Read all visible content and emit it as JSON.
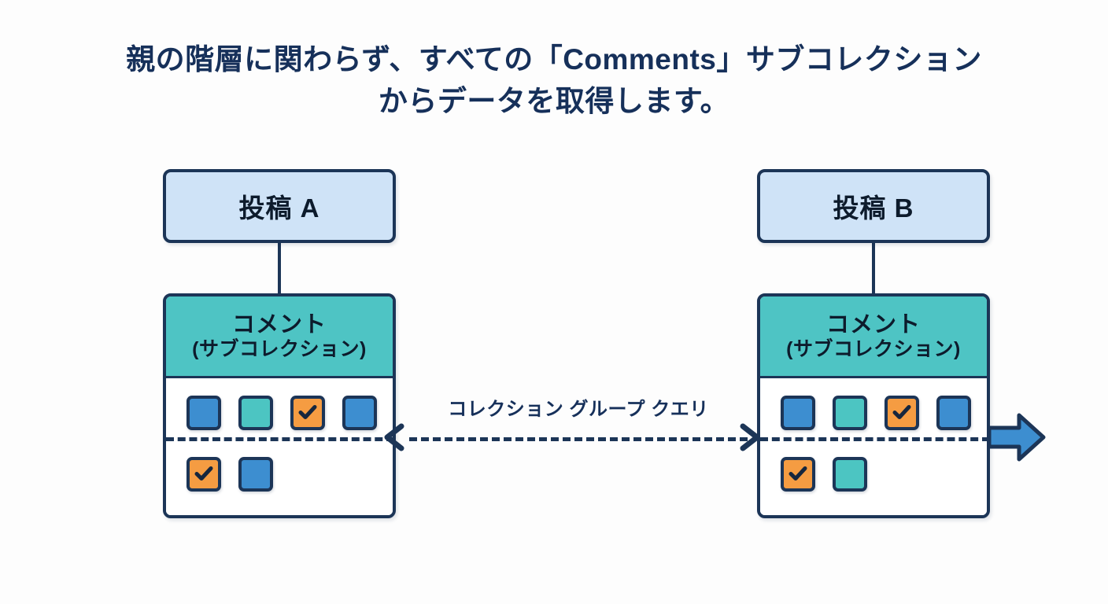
{
  "title": "親の階層に関わらず、すべての「Comments」サブコレクション\nからデータを取得します。",
  "colors": {
    "background": "#fdfdfd",
    "outline": "#1c3557",
    "title_text": "#16305a",
    "post_box_fill": "#cfe3f7",
    "card_header_fill": "#4ec4c4",
    "card_body_fill": "#ffffff",
    "tile_blue": "#3d8ed0",
    "tile_teal": "#4cc5c2",
    "tile_orange": "#f59c42",
    "big_arrow_fill": "#3d8ed0"
  },
  "groups": [
    {
      "id": "group-a",
      "post": {
        "label": "投稿 A"
      },
      "card": {
        "header_line1": "コメント",
        "header_line2": "(サブコレクション)",
        "rows": [
          [
            {
              "color": "blue",
              "checked": false
            },
            {
              "color": "teal",
              "checked": false
            },
            {
              "color": "orange",
              "checked": true
            },
            {
              "color": "blue",
              "checked": false
            }
          ],
          [
            {
              "color": "orange",
              "checked": true
            },
            {
              "color": "blue",
              "checked": false
            }
          ]
        ]
      }
    },
    {
      "id": "group-b",
      "post": {
        "label": "投稿 B"
      },
      "card": {
        "header_line1": "コメント",
        "header_line2": "(サブコレクション)",
        "rows": [
          [
            {
              "color": "blue",
              "checked": false
            },
            {
              "color": "teal",
              "checked": false
            },
            {
              "color": "orange",
              "checked": true
            },
            {
              "color": "blue",
              "checked": false
            }
          ],
          [
            {
              "color": "orange",
              "checked": true
            },
            {
              "color": "teal",
              "checked": false
            }
          ]
        ]
      }
    }
  ],
  "query": {
    "label": "コレクション グループ クエリ",
    "style": "dashed double-headed arrow"
  },
  "overflow_arrow": {
    "icon": "right-block-arrow"
  }
}
